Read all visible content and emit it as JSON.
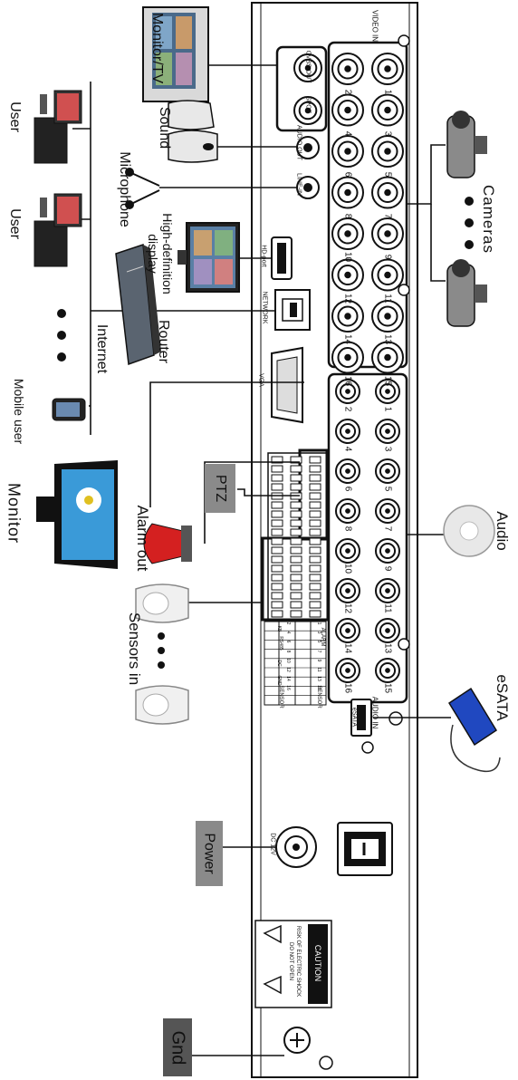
{
  "labels": {
    "monitor_tv": "Monitor/TV",
    "sound": "Sound",
    "microphone": "Microphone",
    "hd_display_line1": "High-definition",
    "hd_display_line2": "display",
    "router": "Router",
    "internet": "Internet",
    "user": "User",
    "mobile_user": "Mobile user",
    "monitor": "Monitor",
    "alarm_out": "Alarm out",
    "sensors_in": "Sensors in",
    "ptz": "PTZ",
    "power": "Power",
    "gnd": "Gnd",
    "cameras": "Cameras",
    "audio": "Audio",
    "esata": "eSATA"
  },
  "panel": {
    "video_in": "VIDEO IN",
    "audio_in": "AUDIO IN",
    "cvbs_out": "CVBS OUT",
    "spot": "SPOT",
    "audio_out": "AUDIO OUT",
    "line_in": "LINE-IN",
    "hdport": "HD-port",
    "network": "NETWORK",
    "vga": "VGA",
    "esata_port": "eSATA",
    "dc12v": "DC 12V",
    "caution_title": "CAUTION",
    "caution_line1": "RISK OF ELECTRIC SHOCK",
    "caution_line2": "DO NOT OPEN",
    "alarm": "ALARM",
    "sensor": "SENSOR",
    "kb": "KB",
    "rs485": "RS485",
    "dc": "DC",
    "gnd": "GND",
    "no": "NO",
    "a": "A",
    "b": "B",
    "v12": "12V",
    "g": "G",
    "video_channels": [
      "1",
      "2",
      "3",
      "4",
      "5",
      "6",
      "7",
      "8",
      "9",
      "10",
      "11",
      "12",
      "13",
      "14",
      "15",
      "16"
    ],
    "audio_channels": [
      "1",
      "2",
      "3",
      "4",
      "5",
      "6",
      "7",
      "8",
      "9",
      "10",
      "11",
      "12",
      "13",
      "14",
      "15",
      "16"
    ],
    "sensor_row1": [
      "1",
      "3",
      "5",
      "7",
      "9",
      "11",
      "13",
      "15"
    ],
    "sensor_row2": [
      "2",
      "4",
      "6",
      "8",
      "10",
      "12",
      "14",
      "16"
    ]
  }
}
